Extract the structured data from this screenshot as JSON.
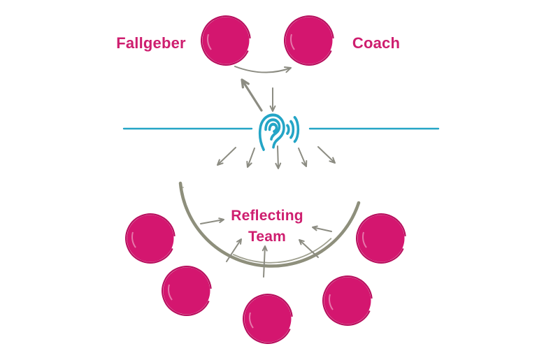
{
  "diagram": {
    "roles": {
      "fallgeber_label": "Fallgeber",
      "coach_label": "Coach"
    },
    "team": {
      "label_line1": "Reflecting",
      "label_line2": "Team",
      "member_count": 5
    },
    "icons": {
      "ear": "listening-ear-icon"
    },
    "colors": {
      "person_fill": "#d4166f",
      "person_outline": "#b80f5e",
      "label_pink": "#ce1e6f",
      "teal": "#24a5c6",
      "arrow_gray": "#8c8c82",
      "arc_gray": "#8e8f7c"
    }
  }
}
